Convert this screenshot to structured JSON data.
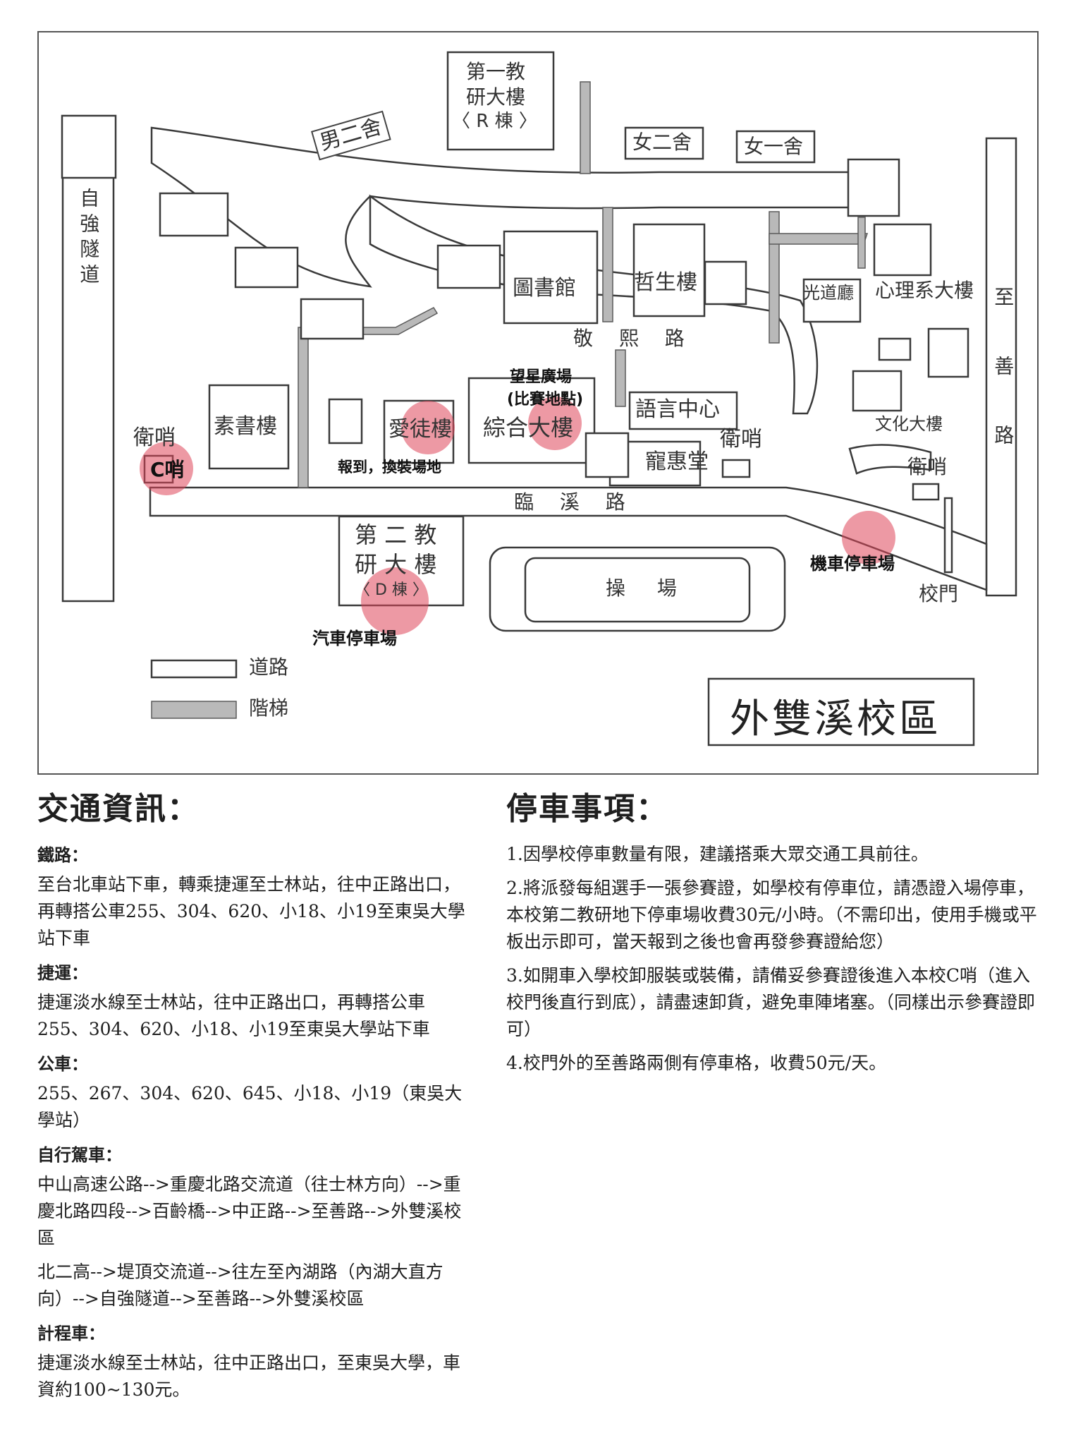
{
  "map": {
    "campus_name": "外雙溪校區",
    "buildings": {
      "r_building": [
        "第一教",
        "研大樓",
        "〈 R 棟 〉"
      ],
      "d_building": [
        "第 二 教",
        "研 大 樓",
        "〈 D 棟 〉"
      ],
      "male_dorm2": "男二舍",
      "female_dorm2": "女二舍",
      "female_dorm1": "女一舍",
      "library": "圖書館",
      "philosophy": "哲生樓",
      "guangdao_hall": "光道廳",
      "psychology": "心理系大樓",
      "susu": "素書樓",
      "aitu": "愛徒樓",
      "zonghe": "綜合大樓",
      "language_center": "語言中心",
      "chonghui": "寵惠堂",
      "culture": "文化大樓",
      "playground": "操 場"
    },
    "roads": {
      "ziqiang_tunnel": "自強隧道",
      "zhishan_rd": "至善路",
      "jingxi_rd": "敬 熙 路",
      "linxi_rd": "臨 溪 路"
    },
    "guards": {
      "west": "衛哨",
      "center": "衛哨",
      "east": "衛哨",
      "c_guard": "C哨"
    },
    "callouts": {
      "plaza": "望星廣場",
      "competition_venue": "(比賽地點)",
      "checkin": "報到，換裝場地",
      "motorcycle_parking": "機車停車場",
      "car_parking": "汽車停車場",
      "school_gate": "校門"
    },
    "legend": {
      "road": "道路",
      "stairs": "階梯",
      "road_color": "#ffffff",
      "stairs_color": "#b9b9b9"
    },
    "marker_color": "#de465a"
  },
  "transport": {
    "title": "交通資訊：",
    "rail_label": "鐵路：",
    "rail_text": "至台北車站下車，轉乘捷運至士林站，往中正路出口，再轉搭公車255、304、620、小18、小19至東吳大學站下車",
    "mrt_label": "捷運：",
    "mrt_text": "捷運淡水線至士林站，往中正路出口，再轉搭公車255、304、620、小18、小19至東吳大學站下車",
    "bus_label": "公車：",
    "bus_text": "255、267、304、620、645、小18、小19（東吳大學站）",
    "drive_label": "自行駕車：",
    "drive_text1": "中山高速公路-->重慶北路交流道（往士林方向）-->重慶北路四段-->百齡橋-->中正路-->至善路-->外雙溪校區",
    "drive_text2": "北二高-->堤頂交流道-->往左至內湖路（內湖大直方向）-->自強隧道-->至善路-->外雙溪校區",
    "taxi_label": "計程車：",
    "taxi_text": "捷運淡水線至士林站，往中正路出口，至東吳大學，車資約100~130元。"
  },
  "parking": {
    "title": "停車事項：",
    "items": [
      "1.因學校停車數量有限，建議搭乘大眾交通工具前往。",
      "2.將派發每組選手一張參賽證，如學校有停車位，請憑證入場停車，本校第二教研地下停車場收費30元/小時。（不需印出，使用手機或平板出示即可，當天報到之後也會再發參賽證給您）",
      "3.如開車入學校卸服裝或裝備，請備妥參賽證後進入本校C哨（進入校門後直行到底），請盡速卸貨，避免車陣堵塞。（同樣出示參賽證即可）",
      "4.校門外的至善路兩側有停車格，收費50元/天。"
    ]
  }
}
